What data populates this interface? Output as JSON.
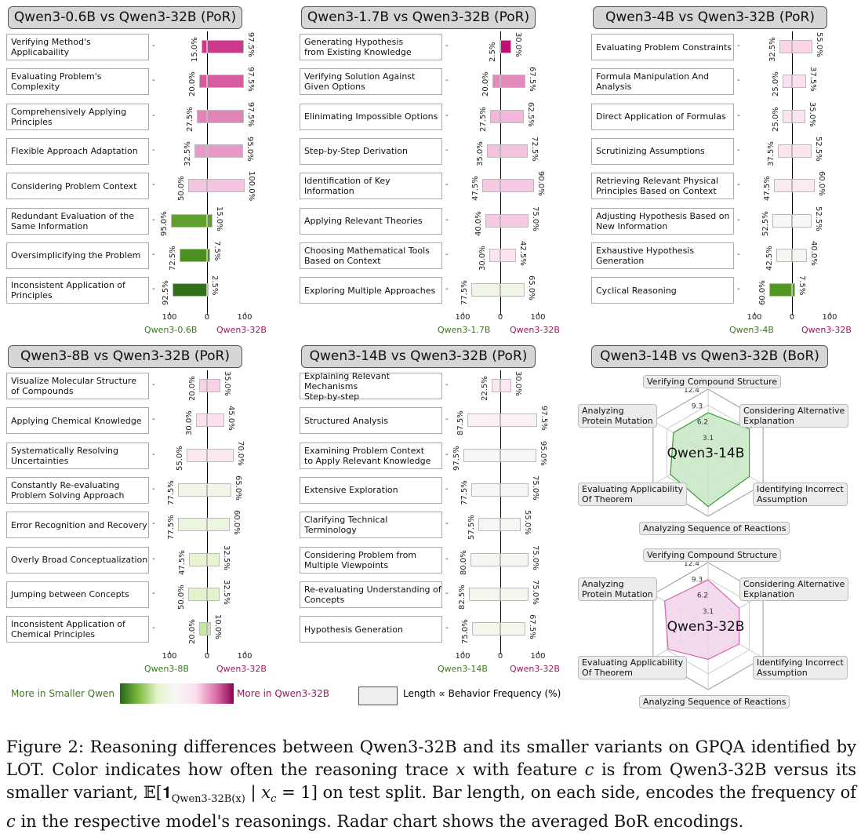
{
  "colors": {
    "green": "#3a7a1e",
    "pink": "#a0185f"
  },
  "panels": [
    {
      "title": "Qwen3-0.6B vs Qwen3-32B (PoR)",
      "small": "Qwen3-0.6B",
      "large": "Qwen3-32B",
      "ticks": [
        "100",
        "0",
        "100"
      ],
      "rows": [
        {
          "label": "Verifying Method's Applicabaility",
          "small": 15,
          "large": 97.5,
          "small_text": "15.0%",
          "large_text": "97.5%"
        },
        {
          "label": "Evaluating Problem's Complexity",
          "small": 20,
          "large": 97.5,
          "small_text": "20.0%",
          "large_text": "97.5%"
        },
        {
          "label": "Comprehensively Applying\nPrinciples",
          "small": 27.5,
          "large": 97.5,
          "small_text": "27.5%",
          "large_text": "97.5%"
        },
        {
          "label": "Flexible Approach Adaptation",
          "small": 32.5,
          "large": 95,
          "small_text": "32.5%",
          "large_text": "95.0%"
        },
        {
          "label": "Considering Problem Context",
          "small": 50,
          "large": 100,
          "small_text": "50.0%",
          "large_text": "100.0%"
        },
        {
          "label": "Redundant Evaluation of the\nSame Information",
          "small": 95,
          "large": 15,
          "small_text": "95.0%",
          "large_text": "15.0%"
        },
        {
          "label": "Oversimplicifying the Problem",
          "small": 72.5,
          "large": 7.5,
          "small_text": "72.5%",
          "large_text": "7.5%"
        },
        {
          "label": "Inconsistent Application of\nPrinciples",
          "small": 92.5,
          "large": 2.5,
          "small_text": "92.5%",
          "large_text": "2.5%"
        }
      ]
    },
    {
      "title": "Qwen3-1.7B vs Qwen3-32B (PoR)",
      "small": "Qwen3-1.7B",
      "large": "Qwen3-32B",
      "ticks": [
        "100",
        "0",
        "100"
      ],
      "rows": [
        {
          "label": "Generating Hypothesis\nfrom Existing Knowledge",
          "small": 2.5,
          "large": 30,
          "small_text": "2.5%",
          "large_text": "30.0%"
        },
        {
          "label": "Verifying Solution Against\nGiven Options",
          "small": 20,
          "large": 67.5,
          "small_text": "20.0%",
          "large_text": "67.5%"
        },
        {
          "label": "Elinimating Impossible Options",
          "small": 27.5,
          "large": 62.5,
          "small_text": "27.5%",
          "large_text": "62.5%"
        },
        {
          "label": "Step-by-Step Derivation",
          "small": 35,
          "large": 72.5,
          "small_text": "35.0%",
          "large_text": "72.5%"
        },
        {
          "label": "Identification of Key Information",
          "small": 47.5,
          "large": 90,
          "small_text": "47.5%",
          "large_text": "90.0%"
        },
        {
          "label": "Applying Relevant Theories",
          "small": 40,
          "large": 75,
          "small_text": "40.0%",
          "large_text": "75.0%"
        },
        {
          "label": "Choosing Mathematical Tools\nBased on Context",
          "small": 30,
          "large": 42.5,
          "small_text": "30.0%",
          "large_text": "42.5%"
        },
        {
          "label": "Exploring Multiple Approaches",
          "small": 77.5,
          "large": 65,
          "small_text": "77.5%",
          "large_text": "65.0%"
        }
      ]
    },
    {
      "title": "Qwen3-4B vs Qwen3-32B (PoR)",
      "small": "Qwen3-4B",
      "large": "Qwen3-32B",
      "ticks": [
        "100",
        "0",
        "100"
      ],
      "rows": [
        {
          "label": "Evaluating Problem Constraints",
          "small": 32.5,
          "large": 55,
          "small_text": "32.5%",
          "large_text": "55.0%"
        },
        {
          "label": "Formula Manipulation And\nAnalysis",
          "small": 25,
          "large": 37.5,
          "small_text": "25.0%",
          "large_text": "37.5%"
        },
        {
          "label": "Direct Application of Formulas",
          "small": 25,
          "large": 35,
          "small_text": "25.0%",
          "large_text": "35.0%"
        },
        {
          "label": "Scrutinizing Assumptions",
          "small": 37.5,
          "large": 52.5,
          "small_text": "37.5%",
          "large_text": "52.5%"
        },
        {
          "label": "Retrieving Relevant Physical\nPrinciples Based on Context",
          "small": 47.5,
          "large": 60,
          "small_text": "47.5%",
          "large_text": "60.0%"
        },
        {
          "label": "Adjusting Hypothesis Based on\nNew Information",
          "small": 52.5,
          "large": 52.5,
          "small_text": "52.5%",
          "large_text": "52.5%"
        },
        {
          "label": "Exhaustive Hypothesis\nGeneration",
          "small": 42.5,
          "large": 40,
          "small_text": "42.5%",
          "large_text": "40.0%"
        },
        {
          "label": "Cyclical Reasoning",
          "small": 60,
          "large": 7.5,
          "small_text": "60.0%",
          "large_text": "7.5%"
        }
      ]
    },
    {
      "title": "Qwen3-8B vs Qwen3-32B (PoR)",
      "small": "Qwen3-8B",
      "large": "Qwen3-32B",
      "ticks": [
        "100",
        "0",
        "100"
      ],
      "rows": [
        {
          "label": "Visualize Molecular Structure\nof Compounds",
          "small": 20,
          "large": 35,
          "small_text": "20.0%",
          "large_text": "35.0%"
        },
        {
          "label": "Applying Chemical Knowledge",
          "small": 30,
          "large": 45,
          "small_text": "30.0%",
          "large_text": "45.0%"
        },
        {
          "label": "Systematically Resolving\nUncertainties",
          "small": 55,
          "large": 70,
          "small_text": "55.0%",
          "large_text": "70.0%"
        },
        {
          "label": "Constantly Re-evaluating\nProblem Solving Approach",
          "small": 77.5,
          "large": 65,
          "small_text": "77.5%",
          "large_text": "65.0%"
        },
        {
          "label": "Error Recognition and Recovery",
          "small": 77.5,
          "large": 60,
          "small_text": "77.5%",
          "large_text": "60.0%"
        },
        {
          "label": "Overly Broad Conceptualization",
          "small": 47.5,
          "large": 32.5,
          "small_text": "47.5%",
          "large_text": "32.5%"
        },
        {
          "label": "Jumping between Concepts",
          "small": 50,
          "large": 32.5,
          "small_text": "50.0%",
          "large_text": "32.5%"
        },
        {
          "label": "Inconsistent Application of\nChemical Principles",
          "small": 20,
          "large": 10,
          "small_text": "20.0%",
          "large_text": "10.0%"
        }
      ]
    },
    {
      "title": "Qwen3-14B vs Qwen3-32B (PoR)",
      "small": "Qwen3-14B",
      "large": "Qwen3-32B",
      "ticks": [
        "100",
        "0",
        "100"
      ],
      "rows": [
        {
          "label": "Explaining Relevant Mechanisms\nStep-by-step",
          "small": 22.5,
          "large": 30,
          "small_text": "22.5%",
          "large_text": "30.0%"
        },
        {
          "label": "Structured Analysis",
          "small": 87.5,
          "large": 97.5,
          "small_text": "87.5%",
          "large_text": "97.5%"
        },
        {
          "label": "Examining Problem Context\nto Apply Relevant Knowledge",
          "small": 97.5,
          "large": 95,
          "small_text": "97.5%",
          "large_text": "95.0%"
        },
        {
          "label": "Extensive Exploration",
          "small": 77.5,
          "large": 75,
          "small_text": "77.5%",
          "large_text": "75.0%"
        },
        {
          "label": "Clarifying Technical Terminology",
          "small": 57.5,
          "large": 55,
          "small_text": "57.5%",
          "large_text": "55.0%"
        },
        {
          "label": "Considering Problem from\nMultiple Viewpoints",
          "small": 80,
          "large": 75,
          "small_text": "80.0%",
          "large_text": "75.0%"
        },
        {
          "label": "Re-evaluating Understanding of\nConcepts",
          "small": 82.5,
          "large": 75,
          "small_text": "82.5%",
          "large_text": "75.0%"
        },
        {
          "label": "Hypothesis Generation",
          "small": 75,
          "large": 67.5,
          "small_text": "75.0%",
          "large_text": "67.5%"
        }
      ]
    }
  ],
  "radar": {
    "title": "Qwen3-14B vs Qwen3-32B (BoR)",
    "axes": [
      "Verifying Compound Structure",
      "Considering Alternative\nExplanation",
      "Identifying Incorrect\nAssumption",
      "Analyzing Sequence of Reactions",
      "Evaluating Applicability\nOf Theorem",
      "Analyzing\nProtein Mutation"
    ],
    "ticks": [
      "3.1",
      "6.2",
      "9.3",
      "12.4"
    ],
    "max": 12.4,
    "series": [
      {
        "name": "Qwen3-14B",
        "values": [
          7.8,
          9.3,
          9.3,
          10.5,
          8.5,
          7.8
        ],
        "color": "#3a9a3a",
        "fill": "#c8e6c4"
      },
      {
        "name": "Qwen3-32B",
        "values": [
          9.0,
          7.0,
          7.0,
          6.5,
          9.0,
          9.8
        ],
        "color": "#d865b0",
        "fill": "#f2d4ea"
      }
    ]
  },
  "legend": {
    "left": "More in Smaller Qwen",
    "right": "More in Qwen3-32B",
    "length": "Length ∝ Behavior Frequency (%)"
  },
  "caption": {
    "p1": "Figure 2: Reasoning differences between Qwen3-32B and its smaller variants on GPQA identified by LOT. Color indicates how often the reasoning trace ",
    "x": "x",
    "p2": " with feature ",
    "c": "c",
    "p3": " is from Qwen3-32B versus its smaller variant, ",
    "math": "𝔼[𝟏",
    "sub": "Qwen3-32B(x)",
    "math2": " | x",
    "sub2": "c",
    "math3": " = 1]",
    "p4": " on test split. Bar length, on each side, encodes the frequency of ",
    "c2": "c",
    "p5": " in the respective model's reasonings. Radar chart shows the averaged BoR encodings."
  }
}
